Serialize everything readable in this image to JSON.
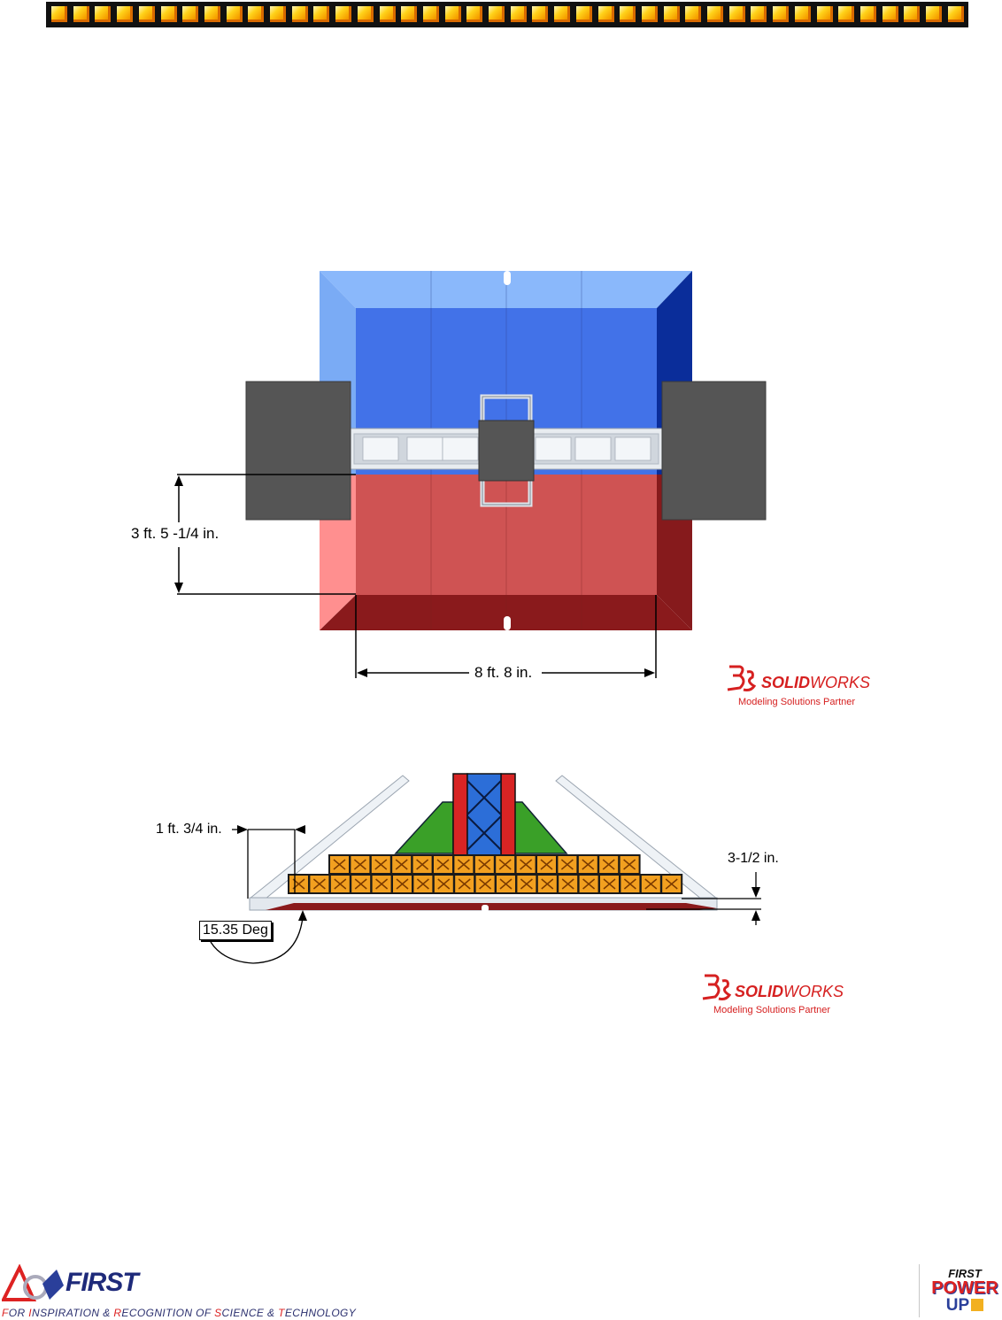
{
  "dimensions": {
    "top_view_height": "3 ft. 5 -1/4 in.",
    "top_view_width": "8 ft. 8 in.",
    "side_view_height": "1 ft. 3/4 in.",
    "side_view_thickness": "3-1/2 in.",
    "side_view_angle": "15.35 Deg"
  },
  "watermarks": [
    {
      "brand_a": "SOLID",
      "brand_b": "WORKS",
      "subtitle": "Modeling Solutions Partner"
    },
    {
      "brand_a": "SOLID",
      "brand_b": "WORKS",
      "subtitle": "Modeling Solutions Partner"
    }
  ],
  "footer": {
    "first_logo": "FIRST",
    "tagline": [
      "F",
      "OR ",
      "I",
      "NSPIRATION & ",
      "R",
      "ECOGNITION OF ",
      "S",
      "CIENCE & ",
      "T",
      "ECHNOLOGY"
    ],
    "game_logo_line1": "FIRST",
    "game_logo_line2": "POWER",
    "game_logo_line3": "UP"
  },
  "colors": {
    "blue_light": "#7fb0f8",
    "blue": "#3f6fe8",
    "blue_dark": "#0a2d9a",
    "red_light": "#ff8a8a",
    "red": "#cf5050",
    "red_dark": "#85171a",
    "bumper_gray": "#555555",
    "crate_orange": "#f2a020",
    "accent_red": "#d22222"
  }
}
